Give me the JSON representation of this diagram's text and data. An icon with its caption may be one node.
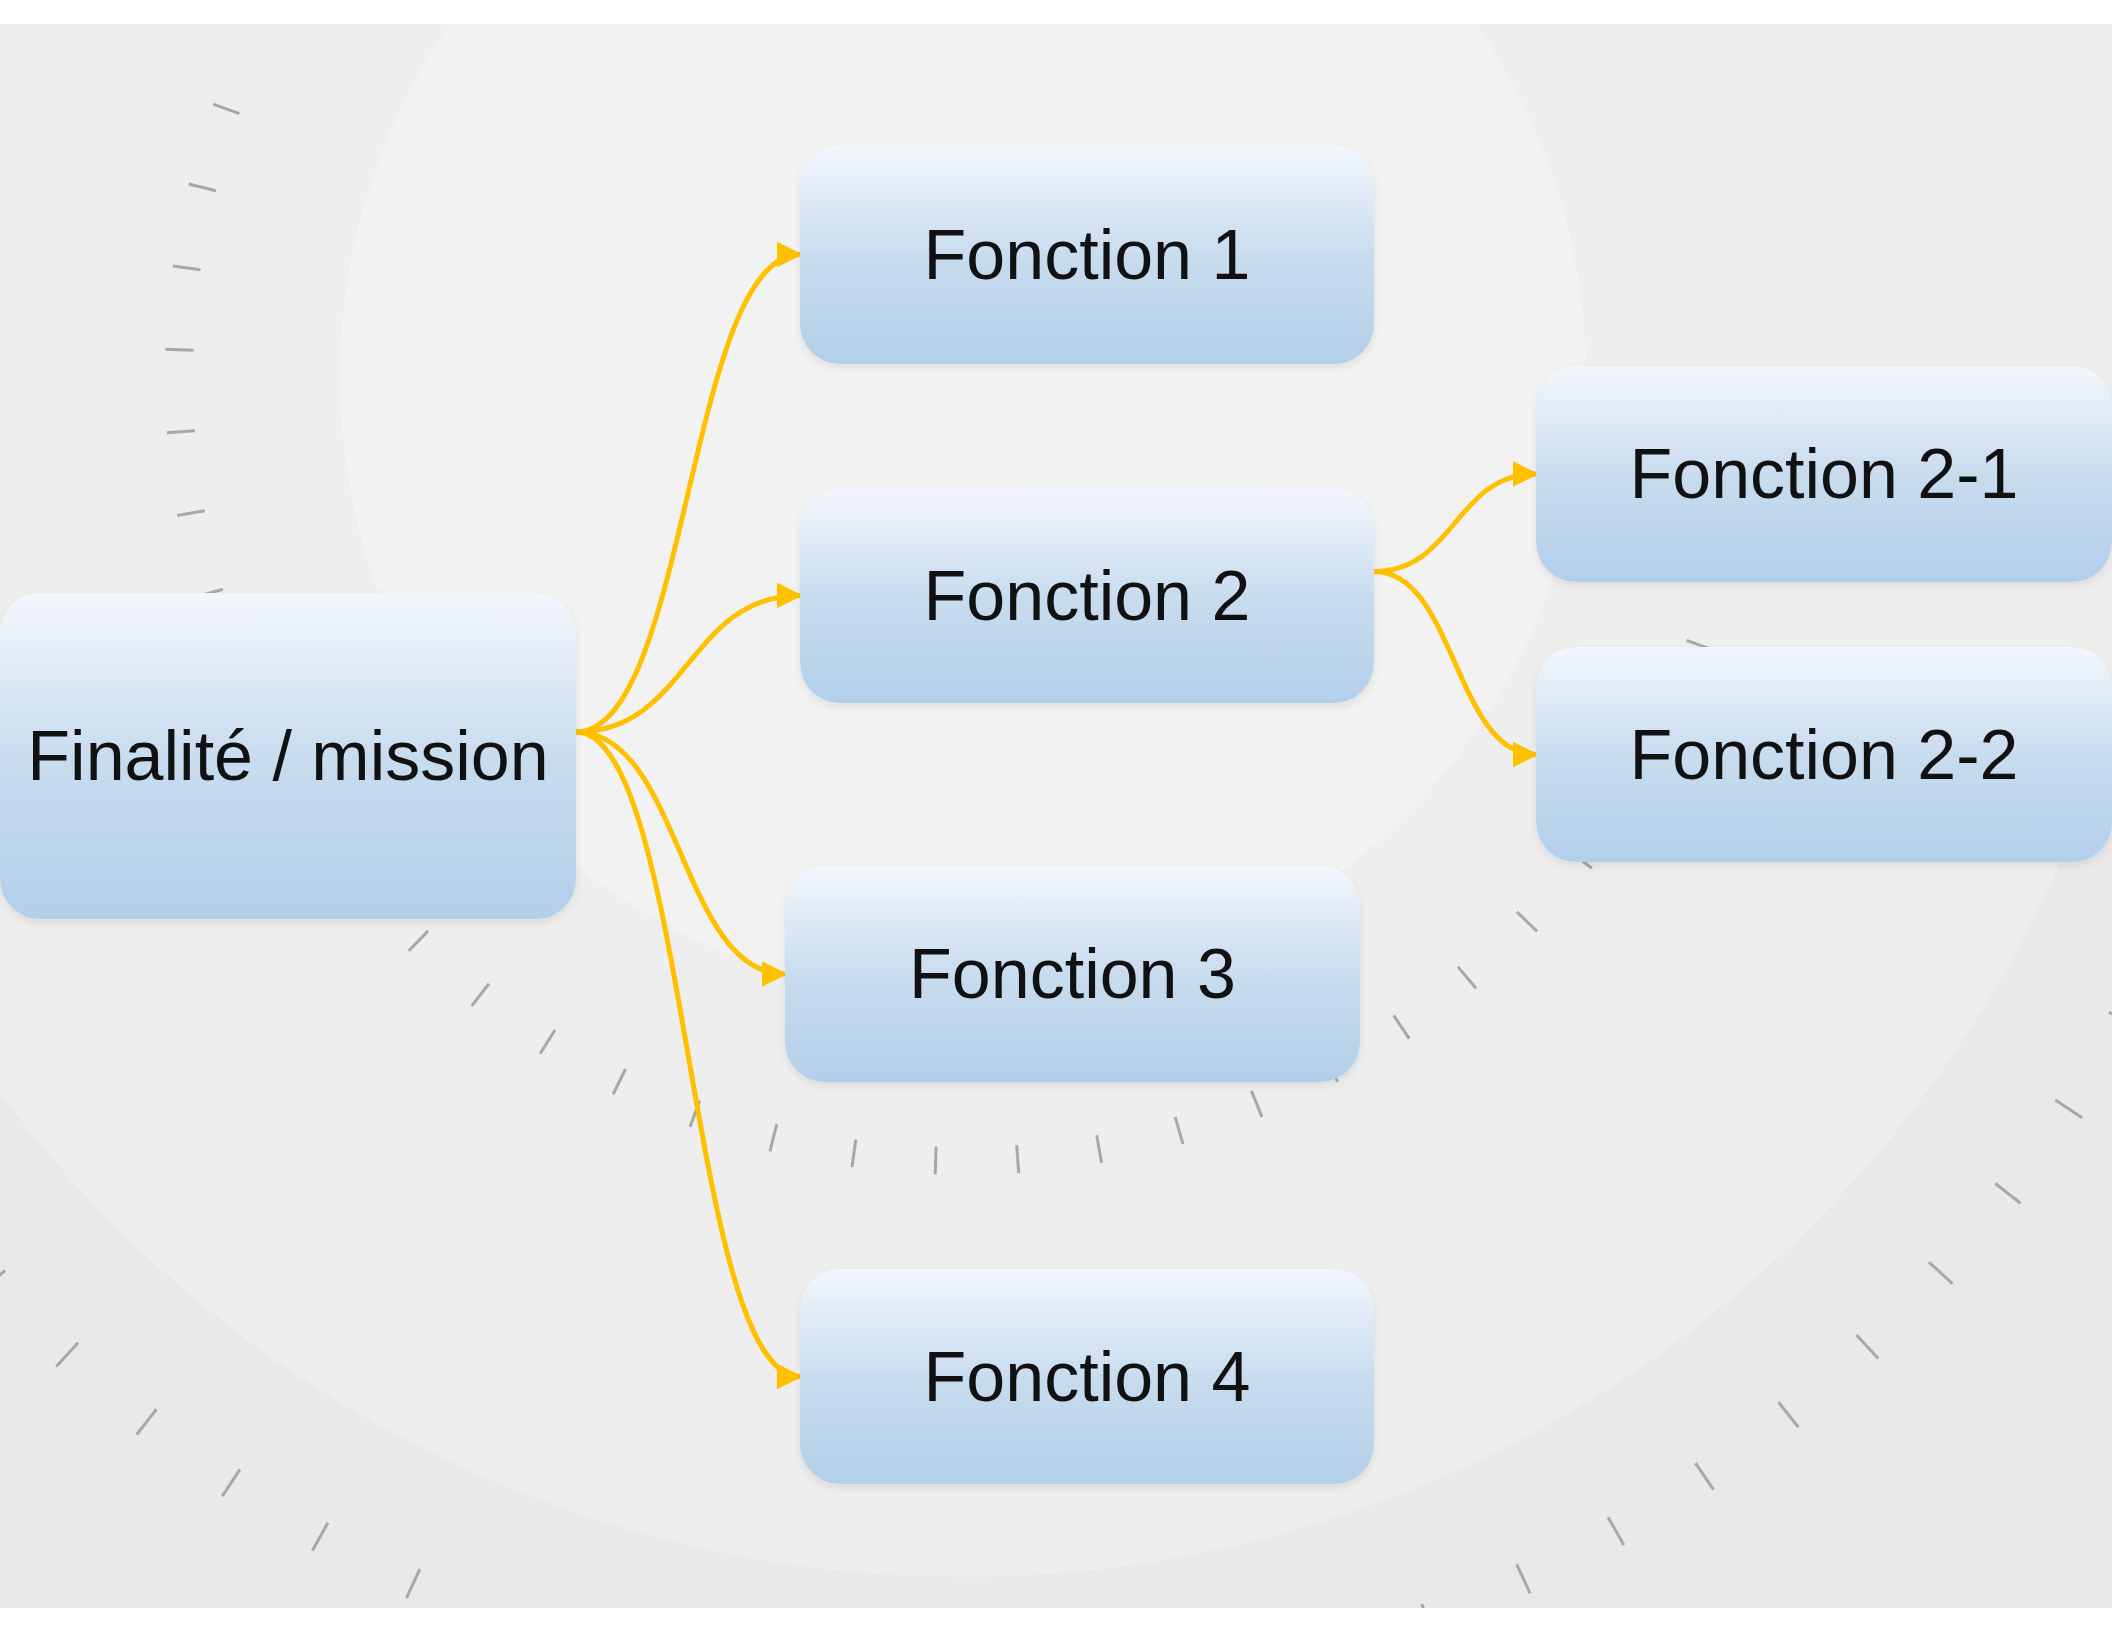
{
  "diagram": {
    "nodes": [
      {
        "text": [
          "Finalité / mission"
        ]
      },
      {
        "text": [
          "Fonction 1"
        ]
      },
      {
        "text": [
          "Fonction 2"
        ]
      },
      {
        "text": [
          "Fonction 2-1"
        ]
      },
      {
        "text": [
          "Fonction 2-2"
        ]
      },
      {
        "text": [
          "Fonction 3"
        ]
      },
      {
        "text": [
          "Fonction 4"
        ]
      }
    ],
    "edges": [
      {
        "from": 0,
        "to": 1,
        "arrow": "to"
      },
      {
        "from": 0,
        "to": 2,
        "arrow": "to"
      },
      {
        "from": 0,
        "to": 5,
        "arrow": "to"
      },
      {
        "from": 0,
        "to": 6,
        "arrow": "to"
      },
      {
        "from": 2,
        "to": 3,
        "arrow": "to"
      },
      {
        "from": 2,
        "to": 4,
        "arrow": "to"
      }
    ]
  }
}
